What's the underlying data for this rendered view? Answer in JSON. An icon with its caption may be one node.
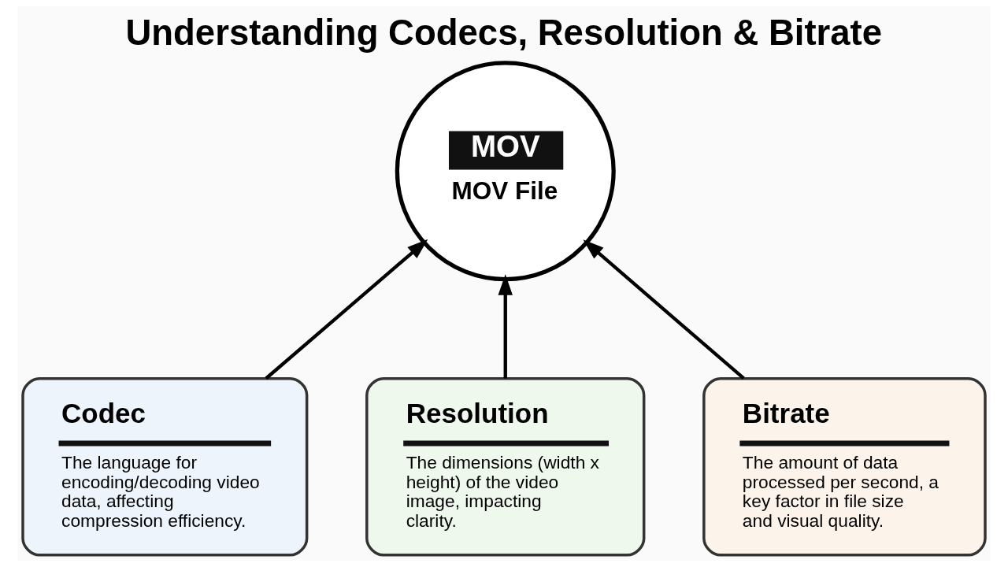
{
  "diagram": {
    "title": "Understanding Codecs, Resolution & Bitrate",
    "nodes": [
      {
        "text": [
          "MOV",
          "MOV File"
        ]
      },
      {
        "text": [
          "Codec",
          "The language for encoding/decoding video data, affecting compression efficiency."
        ]
      },
      {
        "text": [
          "Resolution",
          "The dimensions (width x height) of the video image, impacting clarity."
        ]
      },
      {
        "text": [
          "Bitrate",
          "The amount of data processed per second, a key factor in file size and visual quality."
        ]
      }
    ],
    "edges": [
      {
        "from": 1,
        "to": 0,
        "arrow": "to"
      },
      {
        "from": 2,
        "to": 0,
        "arrow": "to"
      },
      {
        "from": 3,
        "to": 0,
        "arrow": "to"
      }
    ]
  }
}
